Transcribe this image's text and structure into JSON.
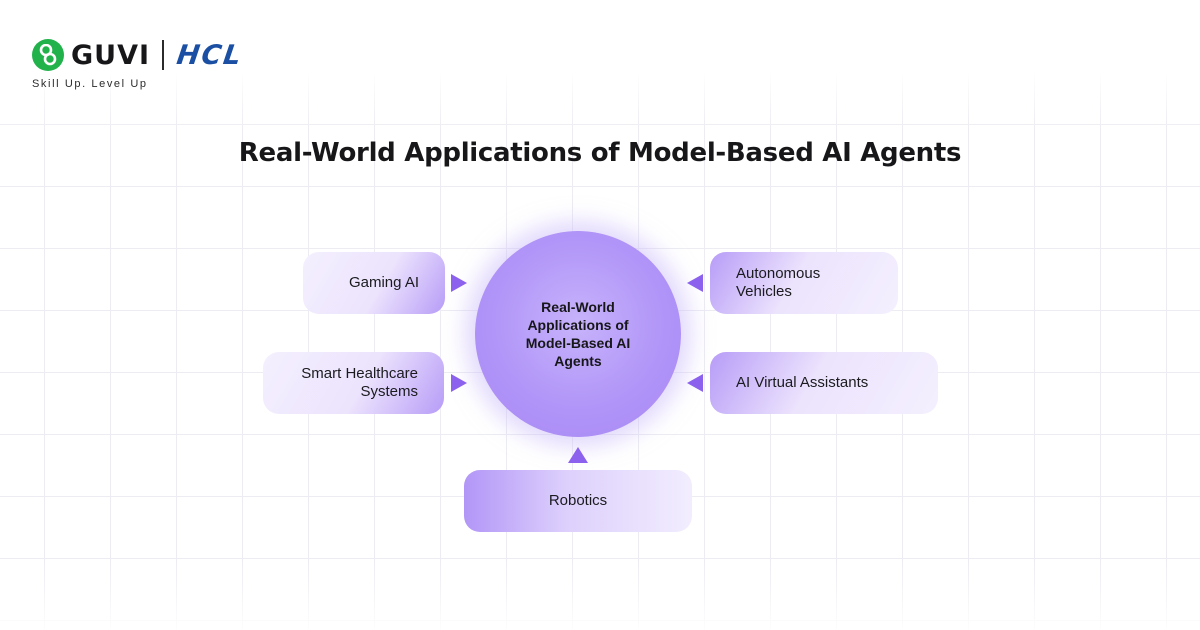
{
  "brand": {
    "guvi": "GUVI",
    "hcl": "HCL",
    "tagline": "Skill Up. Level Up"
  },
  "title": "Real-World Applications of Model-Based AI Agents",
  "hub": {
    "label": "Real-World Applications of Model-Based AI Agents"
  },
  "nodes": {
    "gaming_ai": "Gaming AI",
    "smart_healthcare": "Smart Healthcare Systems",
    "autonomous_vehicles": "Autonomous Vehicles",
    "ai_virtual_assistants": "AI Virtual Assistants",
    "robotics": "Robotics"
  },
  "colors": {
    "hub": "#b195f8",
    "arrow": "#8b61ee",
    "node_light": "#f4f0fe",
    "node_accent": "#b79cf7",
    "guvi_green": "#22b24c",
    "hcl_blue": "#1a4fa3"
  },
  "icons": {
    "guvi_logo": "guvi-logo-icon"
  }
}
